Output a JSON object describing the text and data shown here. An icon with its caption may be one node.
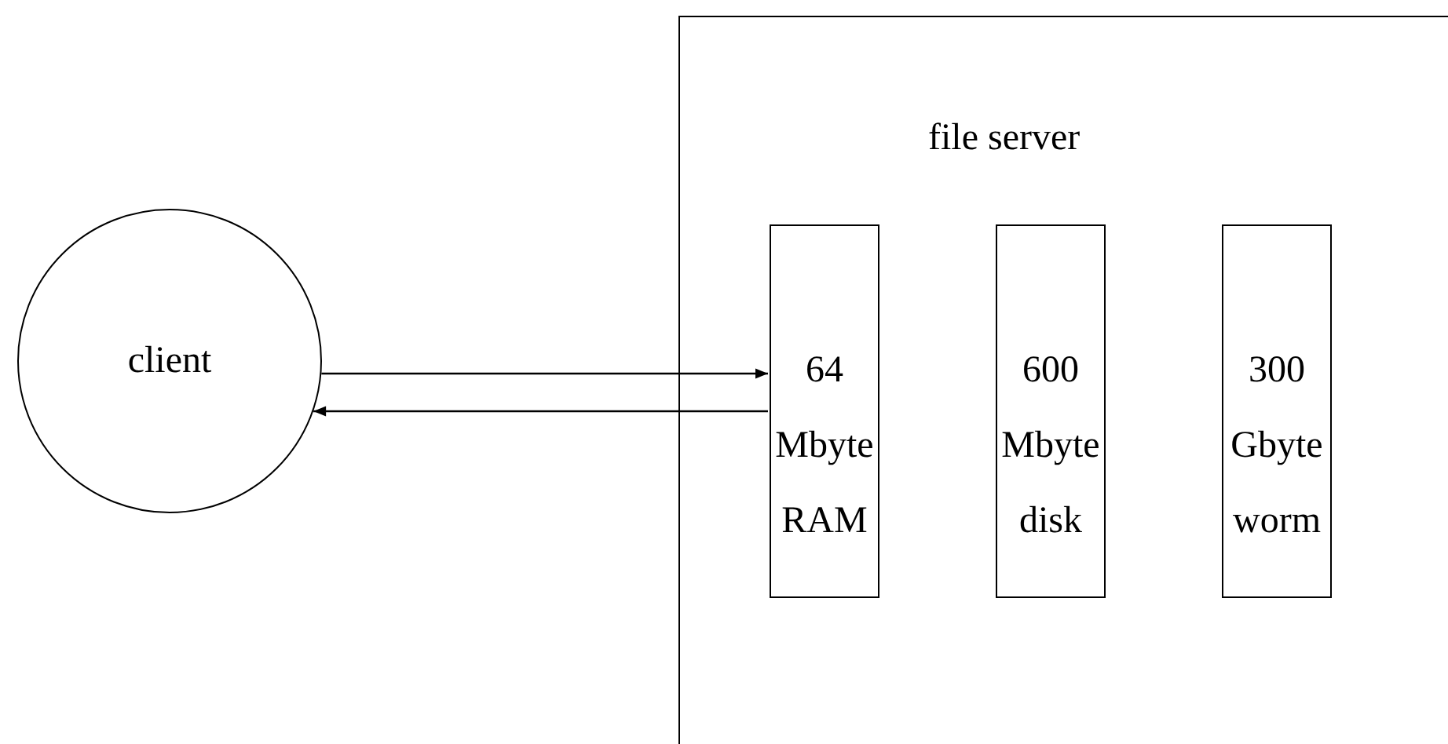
{
  "diagram": {
    "nodes": [
      {
        "text": [
          "client"
        ]
      },
      {
        "text": [
          "file server"
        ]
      },
      {
        "text": [
          "64 Mbyte RAM"
        ],
        "in": 1
      },
      {
        "text": [
          "600 Mbyte disk"
        ],
        "in": 1
      },
      {
        "text": [
          "300 Gbyte worm"
        ],
        "in": 1
      }
    ],
    "edges": [
      {
        "from": 0,
        "to": 2,
        "arrow": "to"
      },
      {
        "from": 2,
        "to": 0,
        "arrow": "to"
      }
    ]
  }
}
